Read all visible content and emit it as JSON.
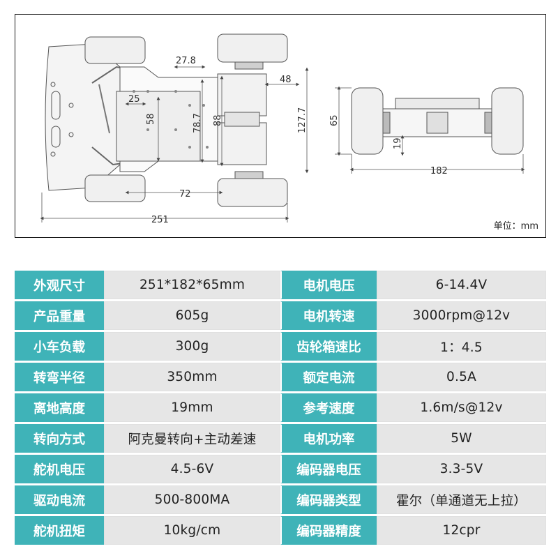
{
  "drawing": {
    "unit_label": "单位：mm",
    "dimensions": {
      "d_27_8": "27.8",
      "d_48": "48",
      "d_25": "25",
      "d_58": "58",
      "d_78_7": "78.7",
      "d_88": "88",
      "d_127_7": "127.7",
      "d_72": "72",
      "d_251": "251",
      "d_65": "65",
      "d_19": "19",
      "d_182": "182"
    }
  },
  "specs": [
    {
      "label": "外观尺寸",
      "value": "251*182*65mm",
      "label2": "电机电压",
      "value2": "6-14.4V"
    },
    {
      "label": "产品重量",
      "value": "605g",
      "label2": "电机转速",
      "value2": "3000rpm@12v"
    },
    {
      "label": "小车负载",
      "value": "300g",
      "label2": "齿轮箱速比",
      "value2": "1：4.5"
    },
    {
      "label": "转弯半径",
      "value": "350mm",
      "label2": "额定电流",
      "value2": "0.5A"
    },
    {
      "label": "离地高度",
      "value": "19mm",
      "label2": "参考速度",
      "value2": "1.6m/s@12v"
    },
    {
      "label": "转向方式",
      "value": "阿克曼转向+主动差速",
      "label2": "电机功率",
      "value2": "5W"
    },
    {
      "label": "舵机电压",
      "value": "4.5-6V",
      "label2": "编码器电压",
      "value2": "3.3-5V"
    },
    {
      "label": "驱动电流",
      "value": "500-800MA",
      "label2": "编码器类型",
      "value2": "霍尔（单通道无上拉）"
    },
    {
      "label": "舵机扭矩",
      "value": "10kg/cm",
      "label2": "编码器精度",
      "value2": "12cpr"
    }
  ]
}
